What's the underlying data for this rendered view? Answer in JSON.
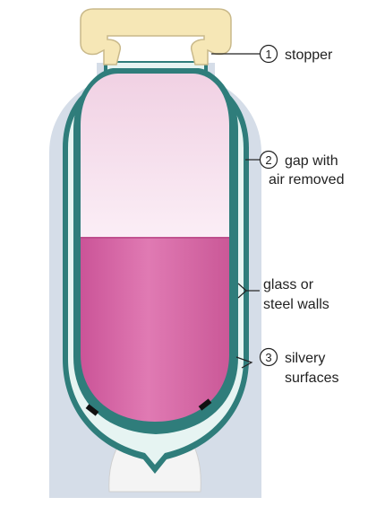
{
  "labels": {
    "stopper": {
      "number": "1",
      "text": "stopper"
    },
    "gap": {
      "number": "2",
      "line1": "gap with",
      "line2": "air removed"
    },
    "walls": {
      "line1": "glass or",
      "line2": "steel walls"
    },
    "silvery": {
      "number": "3",
      "line1": "silvery",
      "line2": "surfaces"
    }
  },
  "colors": {
    "casing": "#d5dde8",
    "stopper": "#f6e7b6",
    "wall": "#2f7d7b",
    "silver": "#cfe9e6",
    "liquid": "#d967a4",
    "air": "#f2c6e0",
    "base": "#f4f4f4"
  }
}
